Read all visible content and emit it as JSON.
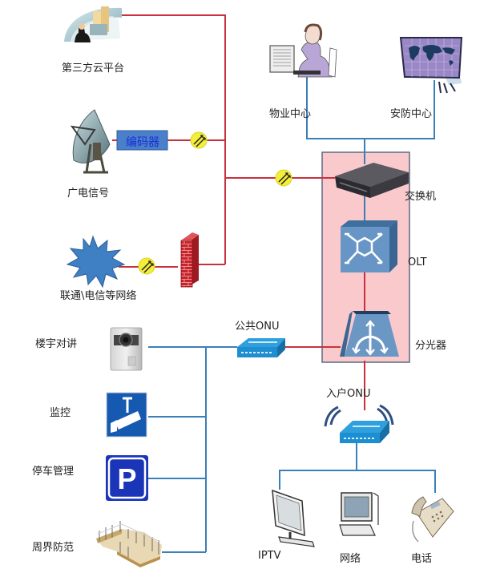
{
  "colors": {
    "red_line": "#c8323c",
    "blue_line": "#3a7fb8",
    "core_box_fill": "#f9c9cc",
    "core_box_border": "#5a6a80",
    "device_blue": "#5b8ec4",
    "onu_blue": "#1d8fd0",
    "encoder_fill": "#4a7fc9",
    "encoder_text": "#1a2fd8",
    "converter_yellow": "#f3ee3a",
    "firewall_red": "#c8232a",
    "sign_blue": "#1559b0",
    "parking_blue": "#1a35b8"
  },
  "nodes": {
    "cloud_platform": {
      "label": "第三方云平台",
      "icon": "cloud-platform-icon"
    },
    "broadcast_signal": {
      "label": "广电信号",
      "icon": "satellite-dish-icon"
    },
    "encoder": {
      "label": "编码器",
      "icon": "encoder-box"
    },
    "carrier_network": {
      "label": "联通\\电信等网络",
      "icon": "starburst-network-icon"
    },
    "firewall": {
      "label": "",
      "icon": "firewall-icon"
    },
    "property_center": {
      "label": "物业中心",
      "icon": "operator-workstation-icon"
    },
    "security_center": {
      "label": "安防中心",
      "icon": "world-map-screen-icon"
    },
    "switch": {
      "label": "交换机",
      "icon": "switch-icon"
    },
    "olt": {
      "label": "OLT",
      "icon": "olt-icon"
    },
    "splitter": {
      "label": "分光器",
      "icon": "splitter-icon"
    },
    "public_onu": {
      "label": "公共ONU",
      "icon": "onu-icon"
    },
    "home_onu": {
      "label": "入户ONU",
      "icon": "wireless-onu-icon"
    },
    "intercom": {
      "label": "楼宇对讲",
      "icon": "door-intercom-icon"
    },
    "surveillance": {
      "label": "监控",
      "icon": "cctv-camera-icon"
    },
    "parking": {
      "label": "停车管理",
      "icon": "parking-sign-icon",
      "glyph": "P"
    },
    "perimeter": {
      "label": "周界防范",
      "icon": "perimeter-fence-icon"
    },
    "iptv": {
      "label": "IPTV",
      "icon": "tv-monitor-icon"
    },
    "network": {
      "label": "网络",
      "icon": "desktop-computer-icon"
    },
    "phone": {
      "label": "电话",
      "icon": "telephone-icon"
    }
  },
  "converters": [
    "media-converter-icon",
    "media-converter-icon",
    "media-converter-icon"
  ]
}
